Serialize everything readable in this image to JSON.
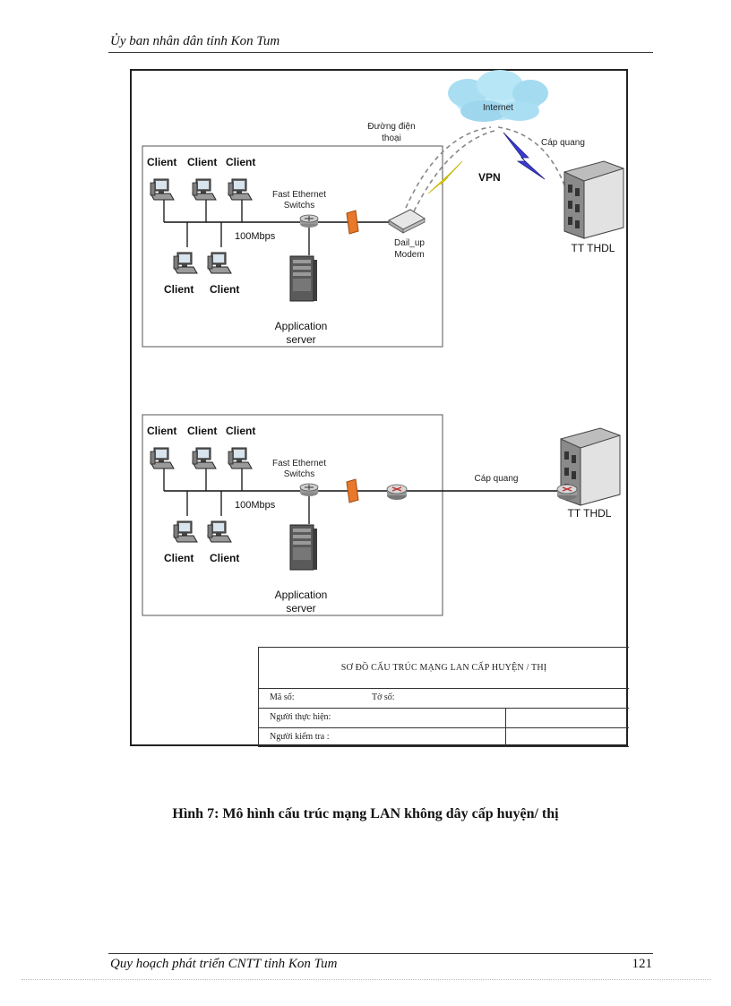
{
  "header": {
    "title": "Ủy ban nhân dân tỉnh Kon Tum"
  },
  "diagram1": {
    "clients_top": [
      "Client",
      "Client",
      "Client"
    ],
    "clients_bottom": [
      "Client",
      "Client"
    ],
    "switch_label_1": "Fast Ethernet",
    "switch_label_2": "Switchs",
    "speed": "100Mbps",
    "server_label_1": "Application",
    "server_label_2": "server",
    "modem_label_1": "Dail_up",
    "modem_label_2": "Modem",
    "internet": "Internet",
    "phone_label_1": "Đường điện",
    "phone_label_2": "thoại",
    "fiber_label": "Cáp quang",
    "vpn": "VPN",
    "center": "TT THDL"
  },
  "diagram2": {
    "clients_top": [
      "Client",
      "Client",
      "Client"
    ],
    "clients_bottom": [
      "Client",
      "Client"
    ],
    "switch_label_1": "Fast Ethernet",
    "switch_label_2": "Switchs",
    "speed": "100Mbps",
    "server_label_1": "Application",
    "server_label_2": "server",
    "fiber_label": "Cáp quang",
    "center": "TT THDL"
  },
  "title_block": {
    "title": "SƠ ĐỒ CẤU TRÚC MẠNG LAN CẤP HUYỆN / THỊ",
    "ma_so": "Mã số:",
    "to_so": "Tờ số:",
    "nguoi_thuc_hien": "Người thực hiện:",
    "nguoi_kiem_tra": "Người kiểm tra :"
  },
  "caption": "Hình 7: Mô hình cấu trúc mạng LAN không dây cấp huyện/ thị",
  "footer": {
    "text": "Quy hoạch phát triển CNTT tỉnh Kon Tum",
    "page": "121"
  }
}
